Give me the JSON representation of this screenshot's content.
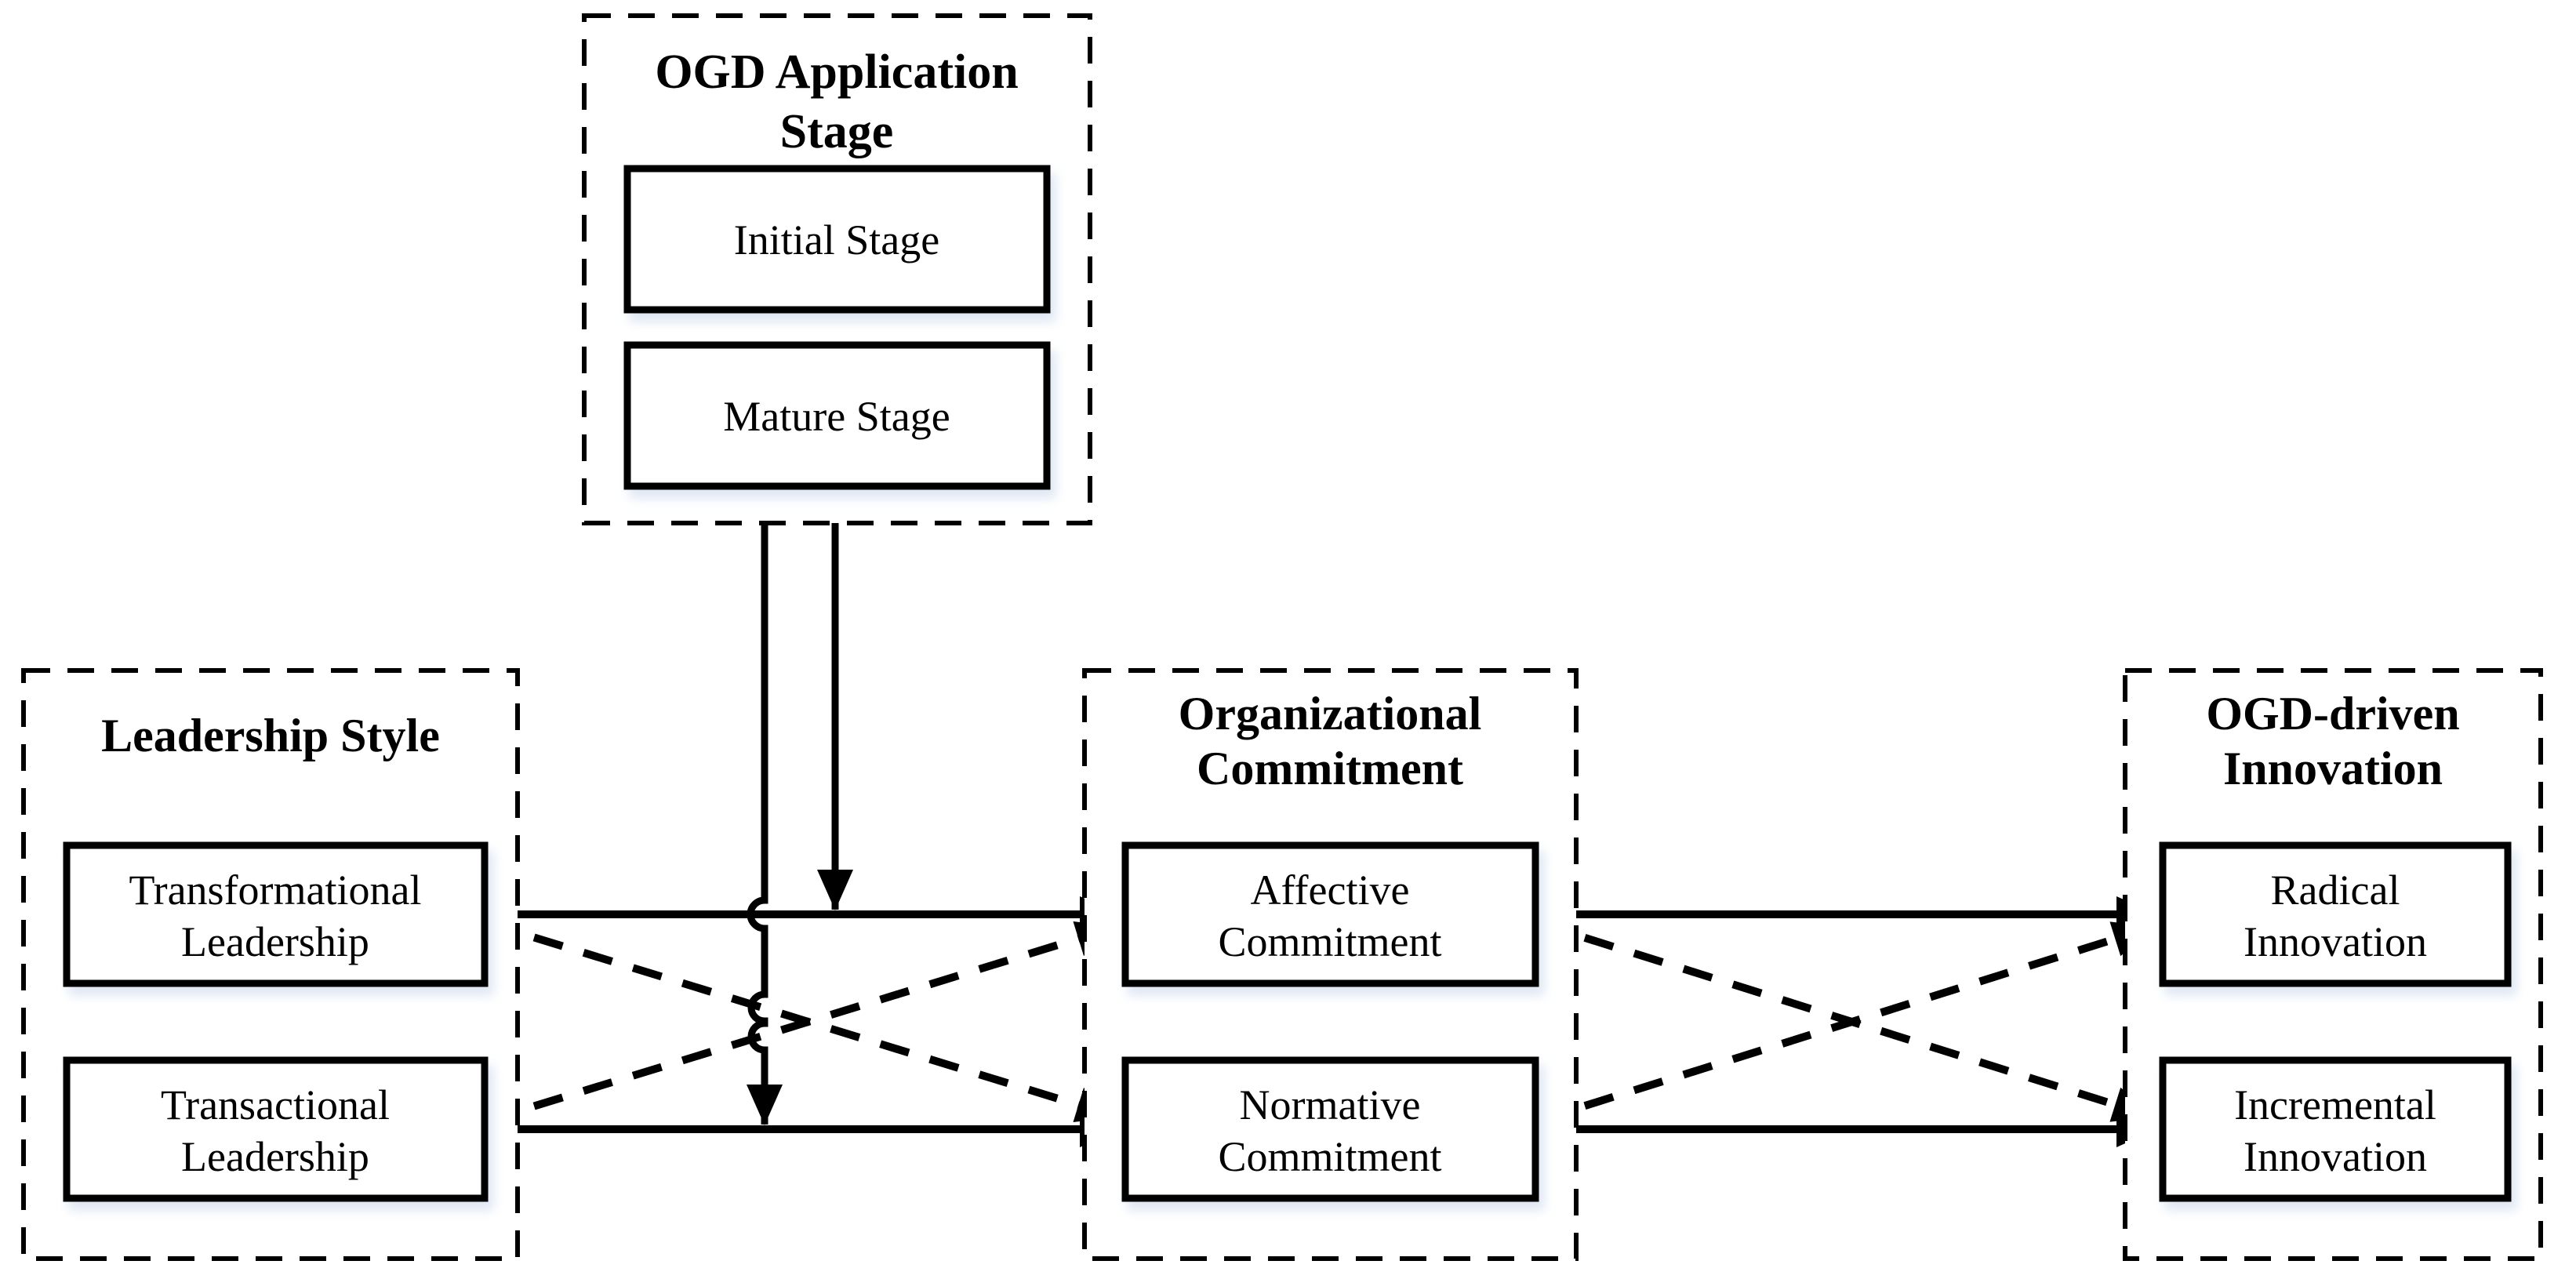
{
  "figure": {
    "type": "research-model-diagram",
    "background": "#ffffff",
    "line_color": "#000000",
    "shadow_color": "#dbe4f2"
  },
  "groups": {
    "stage": {
      "title_line1": "OGD Application",
      "title_line2": "Stage",
      "items": [
        {
          "label": "Initial Stage"
        },
        {
          "label": "Mature Stage"
        }
      ]
    },
    "leadership": {
      "title": "Leadership Style",
      "items": [
        {
          "line1": "Transformational",
          "line2": "Leadership"
        },
        {
          "line1": "Transactional",
          "line2": "Leadership"
        }
      ]
    },
    "commitment": {
      "title_line1": "Organizational",
      "title_line2": "Commitment",
      "items": [
        {
          "line1": "Affective",
          "line2": "Commitment"
        },
        {
          "line1": "Normative",
          "line2": "Commitment"
        }
      ]
    },
    "innovation": {
      "title_line1": "OGD-driven",
      "title_line2": "Innovation",
      "items": [
        {
          "line1": "Radical",
          "line2": "Innovation"
        },
        {
          "line1": "Incremental",
          "line2": "Innovation"
        }
      ]
    }
  },
  "relations": [
    {
      "from": "Transformational Leadership",
      "to": "Affective Commitment",
      "style": "solid",
      "type": "direct"
    },
    {
      "from": "Transactional Leadership",
      "to": "Normative Commitment",
      "style": "solid",
      "type": "direct"
    },
    {
      "from": "Transformational Leadership",
      "to": "Normative Commitment",
      "style": "dashed",
      "type": "cross"
    },
    {
      "from": "Transactional Leadership",
      "to": "Affective Commitment",
      "style": "dashed",
      "type": "cross"
    },
    {
      "from": "Affective Commitment",
      "to": "Radical Innovation",
      "style": "solid",
      "type": "direct"
    },
    {
      "from": "Normative Commitment",
      "to": "Incremental Innovation",
      "style": "solid",
      "type": "direct"
    },
    {
      "from": "Affective Commitment",
      "to": "Incremental Innovation",
      "style": "dashed",
      "type": "cross"
    },
    {
      "from": "Normative Commitment",
      "to": "Radical Innovation",
      "style": "dashed",
      "type": "cross"
    },
    {
      "from": "OGD Application Stage",
      "to": "Transformational Leadership -> Affective Commitment",
      "style": "solid",
      "type": "moderation"
    },
    {
      "from": "OGD Application Stage",
      "to": "Transactional Leadership -> Normative Commitment",
      "style": "solid",
      "type": "moderation"
    }
  ]
}
